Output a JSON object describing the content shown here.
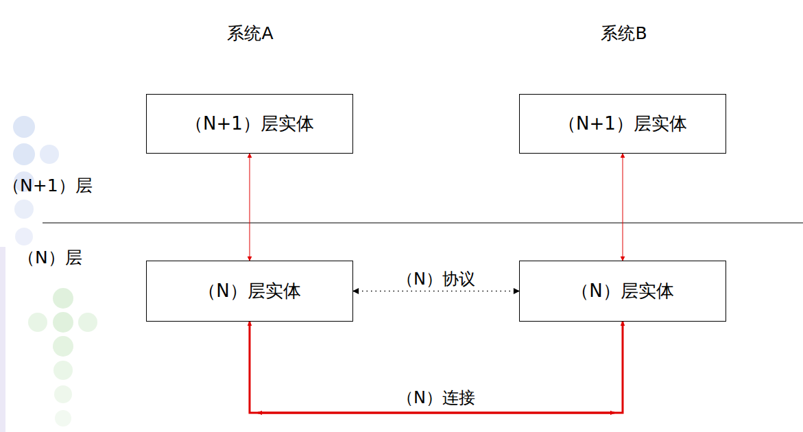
{
  "diagram": {
    "nodes": [
      {
        "text": [
          "（N+1）层实体"
        ]
      },
      {
        "text": [
          "（N+1）层实体"
        ]
      },
      {
        "text": [
          "（N）层实体"
        ]
      },
      {
        "text": [
          "（N）层实体"
        ]
      }
    ],
    "edges": [
      {
        "from": 0,
        "to": 2,
        "arrow": "both"
      },
      {
        "from": 1,
        "to": 3,
        "arrow": "both"
      },
      {
        "from": 2,
        "to": 3,
        "label": "（N）协议",
        "arrow": "both"
      },
      {
        "from": 2,
        "to": 3,
        "label": "（N）连接",
        "arrow": "both"
      }
    ],
    "labels": [
      "系统A",
      "系统B",
      "（N+1）层",
      "（N）层"
    ]
  }
}
